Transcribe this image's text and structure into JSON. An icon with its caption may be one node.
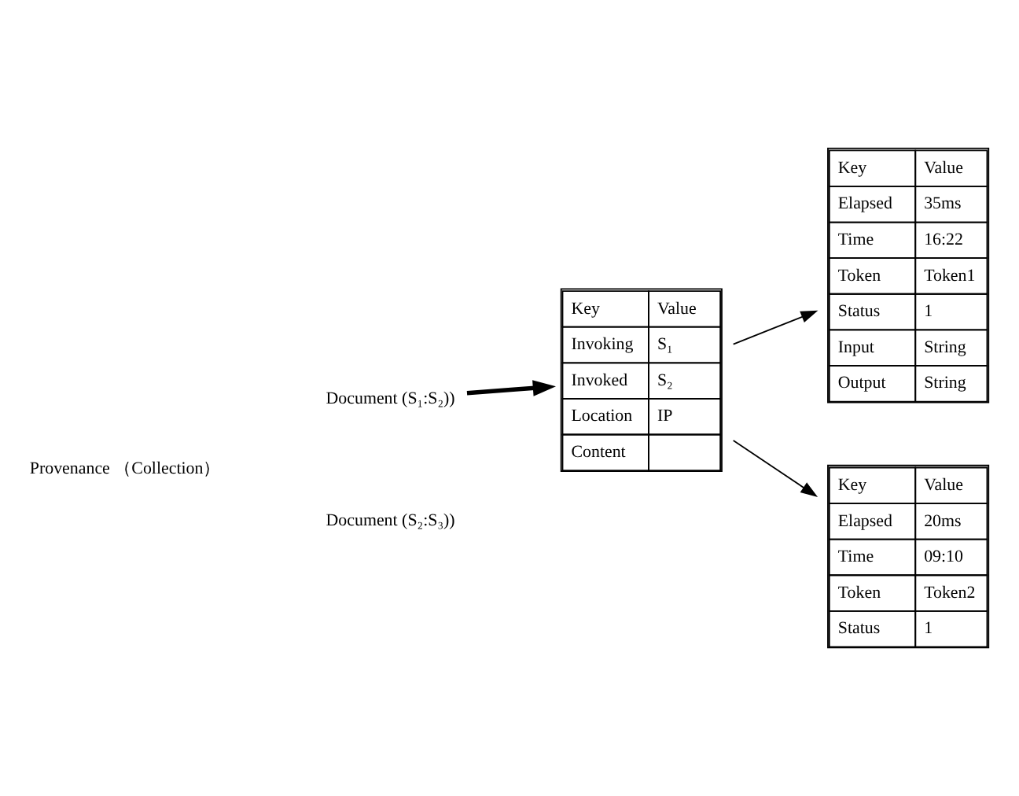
{
  "diagram": {
    "nodes": [
      {
        "text": [
          "Provenance （Collection）"
        ]
      },
      {
        "text": [
          "Document (S₁:S₂))"
        ]
      },
      {
        "text": [
          "Document (S₂:S₃))"
        ]
      },
      {
        "text": [
          "Key",
          "Value",
          "Invoking",
          "S₁",
          "Invoked",
          "S₂",
          "Location",
          "IP",
          "Content"
        ]
      },
      {
        "text": [
          "Key",
          "Value",
          "Elapsed",
          "35ms",
          "Time",
          "16:22",
          "Token",
          "Token1",
          "Status",
          "1",
          "Input",
          "String",
          "Output",
          "String"
        ]
      },
      {
        "text": [
          "Key",
          "Value",
          "Elapsed",
          "20ms",
          "Time",
          "09:10",
          "Token",
          "Token2",
          "Status",
          "1"
        ]
      }
    ],
    "edges": [
      {
        "from": 1,
        "to": 3,
        "arrow": "to",
        "style": "thick"
      },
      {
        "from": 3,
        "to": 5,
        "arrow": "to"
      },
      {
        "from": 3,
        "to": 4,
        "arrow": "to"
      }
    ]
  }
}
